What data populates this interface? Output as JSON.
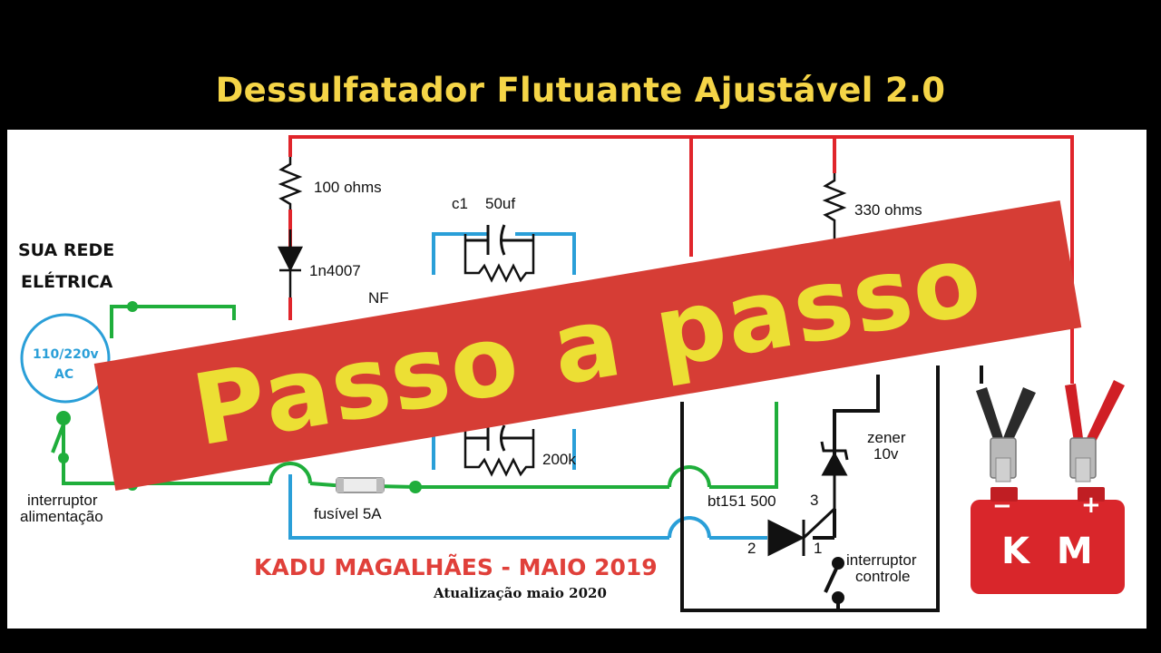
{
  "title": "Dessulfatador Flutuante Ajustável 2.0",
  "banner": "Passo a passo",
  "grid": {
    "label_line1": "SUA REDE",
    "label_line2": "ELÉTRICA",
    "voltage": "110/220v",
    "ac": "AC"
  },
  "components": {
    "r1": "100 ohms",
    "diode": "1n4007",
    "nf": "NF",
    "cap": "c1",
    "cap_value": "50uf",
    "r2": "330 ohms",
    "r3": "200k",
    "fuse": "fusível 5A",
    "power_switch_line1": "interruptor",
    "power_switch_line2": "alimentação",
    "scr": "bt151 500",
    "pin1": "1",
    "pin2": "2",
    "pin3": "3",
    "zener": "zener",
    "zener_value": "10v",
    "control_switch_line1": "interruptor",
    "control_switch_line2": "controle"
  },
  "credits": {
    "author": "KADU MAGALHÃES - MAIO 2019",
    "update": "Atualização maio 2020"
  },
  "battery": {
    "minus": "−",
    "plus": "+",
    "brand": "K M"
  },
  "colors": {
    "title": "#f5d547",
    "banner_bg": "#d63d35",
    "banner_text": "#ecdf34",
    "wire_red": "#e0252b",
    "wire_green": "#1fae3b",
    "wire_blue": "#2a9fd8",
    "grid_circle": "#2a9fd8",
    "credit_red": "#e0403a"
  }
}
